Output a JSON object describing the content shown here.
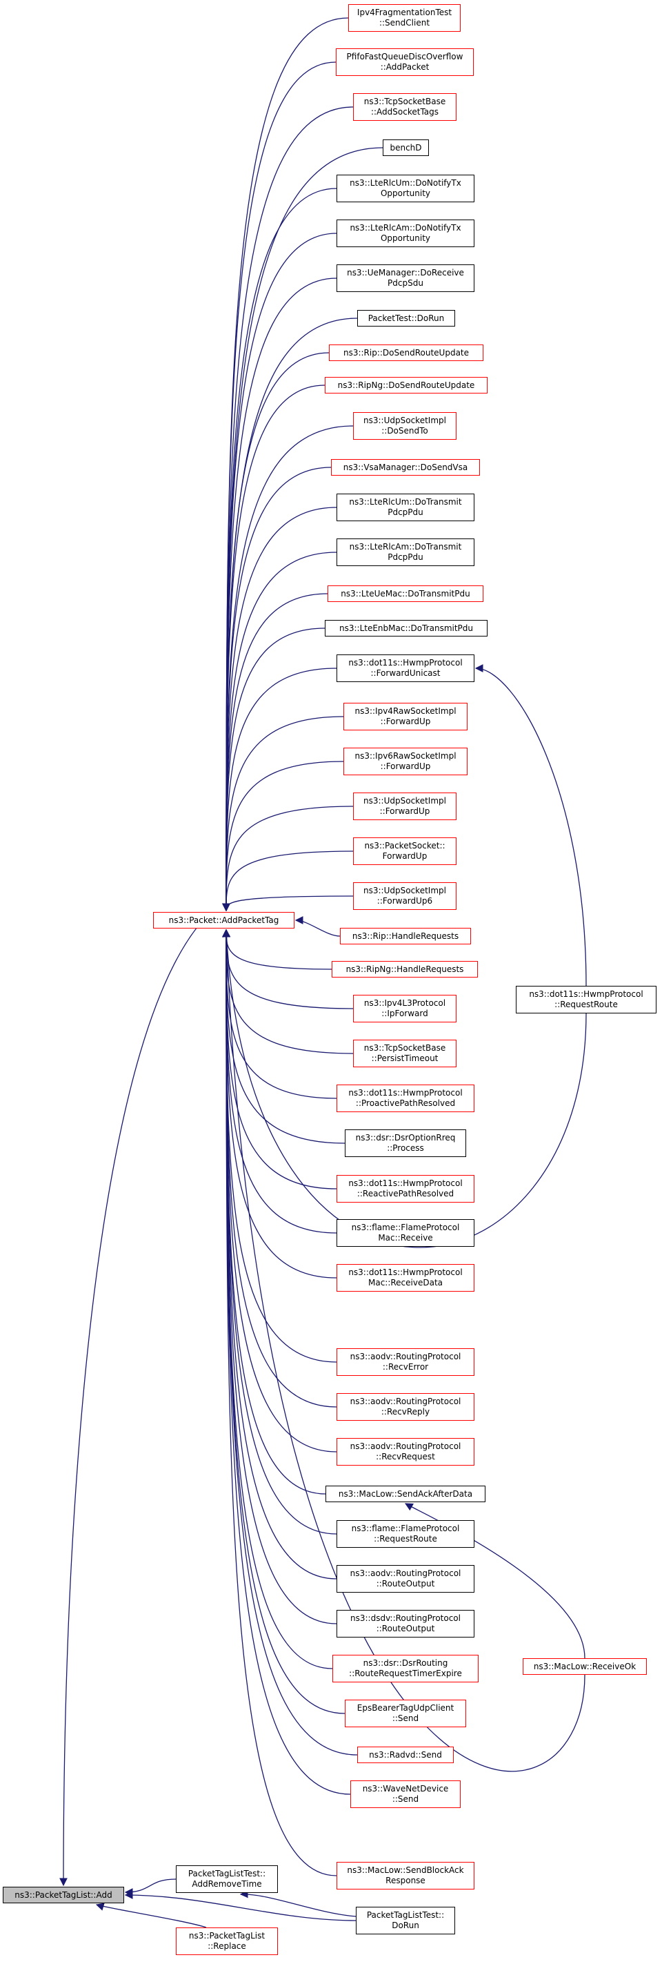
{
  "colors": {
    "edge": "#191970",
    "link_border": "#ff0000",
    "plain_border": "#000000",
    "current_fill": "#bfbfbf"
  },
  "nodes": {
    "n1": {
      "lines": [
        "Ipv4FragmentationTest",
        "::SendClient"
      ],
      "style": "red"
    },
    "n2": {
      "lines": [
        "PfifoFastQueueDiscOverflow",
        "::AddPacket"
      ],
      "style": "red"
    },
    "n3": {
      "lines": [
        "ns3::TcpSocketBase",
        "::AddSocketTags"
      ],
      "style": "red"
    },
    "n4": {
      "lines": [
        "benchD"
      ],
      "style": "black"
    },
    "n5": {
      "lines": [
        "ns3::LteRlcUm::DoNotifyTx",
        "Opportunity"
      ],
      "style": "black"
    },
    "n6": {
      "lines": [
        "ns3::LteRlcAm::DoNotifyTx",
        "Opportunity"
      ],
      "style": "black"
    },
    "n7": {
      "lines": [
        "ns3::UeManager::DoReceive",
        "PdcpSdu"
      ],
      "style": "black"
    },
    "n8": {
      "lines": [
        "PacketTest::DoRun"
      ],
      "style": "black"
    },
    "n9": {
      "lines": [
        "ns3::Rip::DoSendRouteUpdate"
      ],
      "style": "red"
    },
    "n10": {
      "lines": [
        "ns3::RipNg::DoSendRouteUpdate"
      ],
      "style": "red"
    },
    "n11": {
      "lines": [
        "ns3::UdpSocketImpl",
        "::DoSendTo"
      ],
      "style": "red"
    },
    "n12": {
      "lines": [
        "ns3::VsaManager::DoSendVsa"
      ],
      "style": "red"
    },
    "n13": {
      "lines": [
        "ns3::LteRlcUm::DoTransmit",
        "PdcpPdu"
      ],
      "style": "black"
    },
    "n14": {
      "lines": [
        "ns3::LteRlcAm::DoTransmit",
        "PdcpPdu"
      ],
      "style": "black"
    },
    "n15": {
      "lines": [
        "ns3::LteUeMac::DoTransmitPdu"
      ],
      "style": "red"
    },
    "n16": {
      "lines": [
        "ns3::LteEnbMac::DoTransmitPdu"
      ],
      "style": "black"
    },
    "n17": {
      "lines": [
        "ns3::dot11s::HwmpProtocol",
        "::ForwardUnicast"
      ],
      "style": "black"
    },
    "n18": {
      "lines": [
        "ns3::Ipv4RawSocketImpl",
        "::ForwardUp"
      ],
      "style": "red"
    },
    "n19": {
      "lines": [
        "ns3::Ipv6RawSocketImpl",
        "::ForwardUp"
      ],
      "style": "red"
    },
    "n20": {
      "lines": [
        "ns3::UdpSocketImpl",
        "::ForwardUp"
      ],
      "style": "red"
    },
    "n21": {
      "lines": [
        "ns3::PacketSocket::",
        "ForwardUp"
      ],
      "style": "red"
    },
    "n22": {
      "lines": [
        "ns3::UdpSocketImpl",
        "::ForwardUp6"
      ],
      "style": "red"
    },
    "n23": {
      "lines": [
        "ns3::Rip::HandleRequests"
      ],
      "style": "red"
    },
    "n24": {
      "lines": [
        "ns3::RipNg::HandleRequests"
      ],
      "style": "red"
    },
    "n25": {
      "lines": [
        "ns3::Ipv4L3Protocol",
        "::IpForward"
      ],
      "style": "red"
    },
    "n26": {
      "lines": [
        "ns3::TcpSocketBase",
        "::PersistTimeout"
      ],
      "style": "red"
    },
    "n27": {
      "lines": [
        "ns3::dot11s::HwmpProtocol",
        "::ProactivePathResolved"
      ],
      "style": "red"
    },
    "n28": {
      "lines": [
        "ns3::dsr::DsrOptionRreq",
        "::Process"
      ],
      "style": "black"
    },
    "n29": {
      "lines": [
        "ns3::dot11s::HwmpProtocol",
        "::ReactivePathResolved"
      ],
      "style": "red"
    },
    "n30": {
      "lines": [
        "ns3::flame::FlameProtocol",
        "Mac::Receive"
      ],
      "style": "black"
    },
    "n31": {
      "lines": [
        "ns3::dot11s::HwmpProtocol",
        "Mac::ReceiveData"
      ],
      "style": "red"
    },
    "n32": {
      "lines": [
        "ns3::aodv::RoutingProtocol",
        "::RecvError"
      ],
      "style": "red"
    },
    "n33": {
      "lines": [
        "ns3::aodv::RoutingProtocol",
        "::RecvReply"
      ],
      "style": "red"
    },
    "n34": {
      "lines": [
        "ns3::aodv::RoutingProtocol",
        "::RecvRequest"
      ],
      "style": "red"
    },
    "n35": {
      "lines": [
        "ns3::MacLow::SendAckAfterData"
      ],
      "style": "black"
    },
    "n36": {
      "lines": [
        "ns3::flame::FlameProtocol",
        "::RequestRoute"
      ],
      "style": "black"
    },
    "n37": {
      "lines": [
        "ns3::aodv::RoutingProtocol",
        "::RouteOutput"
      ],
      "style": "black"
    },
    "n38": {
      "lines": [
        "ns3::dsdv::RoutingProtocol",
        "::RouteOutput"
      ],
      "style": "black"
    },
    "n39": {
      "lines": [
        "ns3::dsr::DsrRouting",
        "::RouteRequestTimerExpire"
      ],
      "style": "red"
    },
    "n40": {
      "lines": [
        "EpsBearerTagUdpClient",
        "::Send"
      ],
      "style": "red"
    },
    "n41": {
      "lines": [
        "ns3::Radvd::Send"
      ],
      "style": "red"
    },
    "n42": {
      "lines": [
        "ns3::WaveNetDevice",
        "::Send"
      ],
      "style": "red"
    },
    "n43": {
      "lines": [
        "ns3::MacLow::SendBlockAck",
        "Response"
      ],
      "style": "red"
    },
    "n44": {
      "lines": [
        "PacketTagListTest::",
        "DoRun"
      ],
      "style": "black"
    },
    "addpkt": {
      "lines": [
        "ns3::Packet::AddPacketTag"
      ],
      "style": "red"
    },
    "reqroute": {
      "lines": [
        "ns3::dot11s::HwmpProtocol",
        "::RequestRoute"
      ],
      "style": "black"
    },
    "recvok": {
      "lines": [
        "ns3::MacLow::ReceiveOk"
      ],
      "style": "red"
    },
    "ptlt": {
      "lines": [
        "PacketTagListTest::",
        "AddRemoveTime"
      ],
      "style": "black"
    },
    "replace": {
      "lines": [
        "ns3::PacketTagList",
        "::Replace"
      ],
      "style": "red"
    },
    "root": {
      "lines": [
        "ns3::PacketTagList::Add"
      ],
      "style": "current"
    }
  }
}
